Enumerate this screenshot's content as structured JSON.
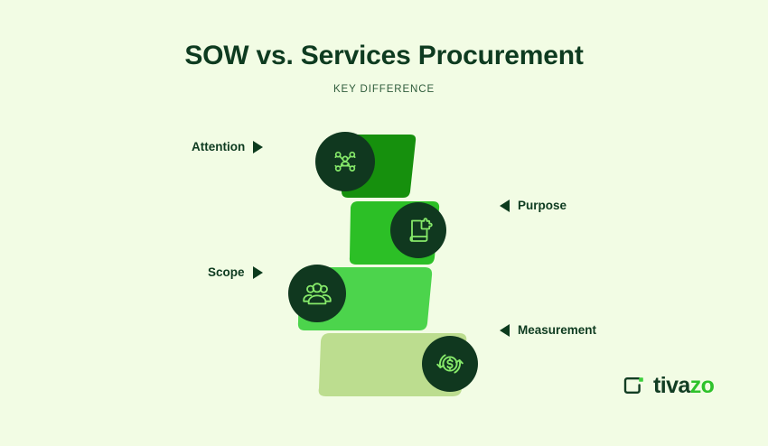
{
  "page": {
    "background_color": "#f2fce4",
    "title": "SOW vs. Services Procurement",
    "subtitle": "KEY DIFFERENCE"
  },
  "funnel": {
    "segments": [
      {
        "index": 1,
        "label": "Attention",
        "label_side": "left",
        "marker": "triangle-right",
        "color": "#16900d",
        "icon": "network-person-icon",
        "icon_side": "left",
        "badge_color": "#10381f",
        "icon_stroke": "#86e96a"
      },
      {
        "index": 2,
        "label": "Purpose",
        "label_side": "right",
        "marker": "triangle-left",
        "color": "#2cbf26",
        "icon": "document-puzzle-icon",
        "icon_side": "right",
        "badge_color": "#10381f",
        "icon_stroke": "#86e96a"
      },
      {
        "index": 3,
        "label": "Scope",
        "label_side": "left",
        "marker": "triangle-right",
        "color": "#4cd44c",
        "icon": "people-group-icon",
        "icon_side": "left",
        "badge_color": "#10381f",
        "icon_stroke": "#86e96a"
      },
      {
        "index": 4,
        "label": "Measurement",
        "label_side": "right",
        "marker": "triangle-left",
        "color": "#bcdd8f",
        "icon": "dollar-refresh-icon",
        "icon_side": "right",
        "badge_color": "#10381f",
        "icon_stroke": "#86e96a"
      }
    ]
  },
  "logo": {
    "mark": "tivazo-bracket-icon",
    "name_dark": "tiva",
    "name_accent": "zo",
    "dark_color": "#123d23",
    "accent_color": "#2ec22b"
  }
}
